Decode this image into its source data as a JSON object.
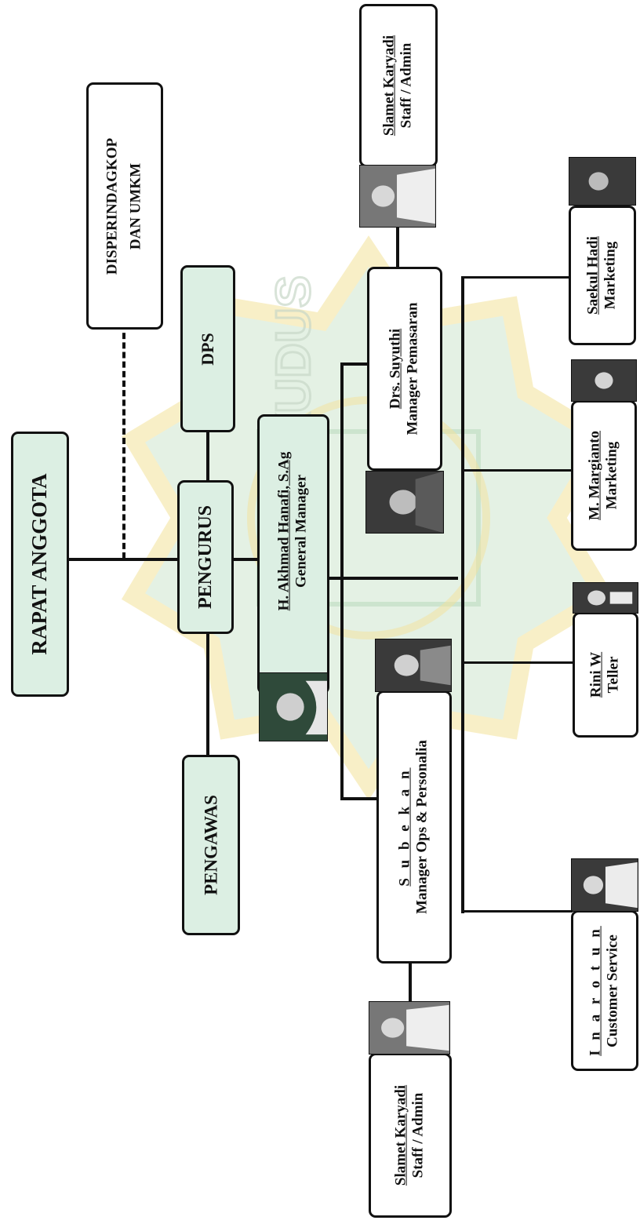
{
  "nodes": {
    "rapat_anggota": "RAPAT ANGGOTA",
    "disperindagkop": {
      "line1": "DISPERINDAGKOP",
      "line2": "DAN UMKM"
    },
    "dps": "DPS",
    "pengurus": "PENGURUS",
    "pengawas": "PENGAWAS",
    "general_manager": {
      "name": "H. Akhmad Hanafi, S.Ag",
      "role": "General Manager"
    },
    "manager_pemasaran": {
      "name": "Drs. Suyuthi",
      "role": "Manager Pemasaran"
    },
    "manager_ops": {
      "name": "S u b e k a n",
      "role": "Manager Ops & Personalia"
    },
    "staff_admin_top": {
      "name": "Slamet Karyadi",
      "role": "Staff / Admin"
    },
    "staff_admin_bottom": {
      "name": "Slamet Karyadi",
      "role": "Staff / Admin"
    },
    "marketing_saekul": {
      "name": "Saekul Hadi",
      "role": "Marketing"
    },
    "marketing_margianto": {
      "name": "M. Margianto",
      "role": "Marketing"
    },
    "teller": {
      "name": "Rini W",
      "role": "Teller"
    },
    "customer_service": {
      "name": "I n a r o t u n",
      "role": "Customer Service"
    }
  },
  "watermark": {
    "text": "STAIN KUDUS"
  },
  "colors": {
    "box_fill": "#dcefe3",
    "line": "#111111",
    "watermark_green": "#cfe7cf",
    "watermark_yellow": "#f4e29a"
  }
}
